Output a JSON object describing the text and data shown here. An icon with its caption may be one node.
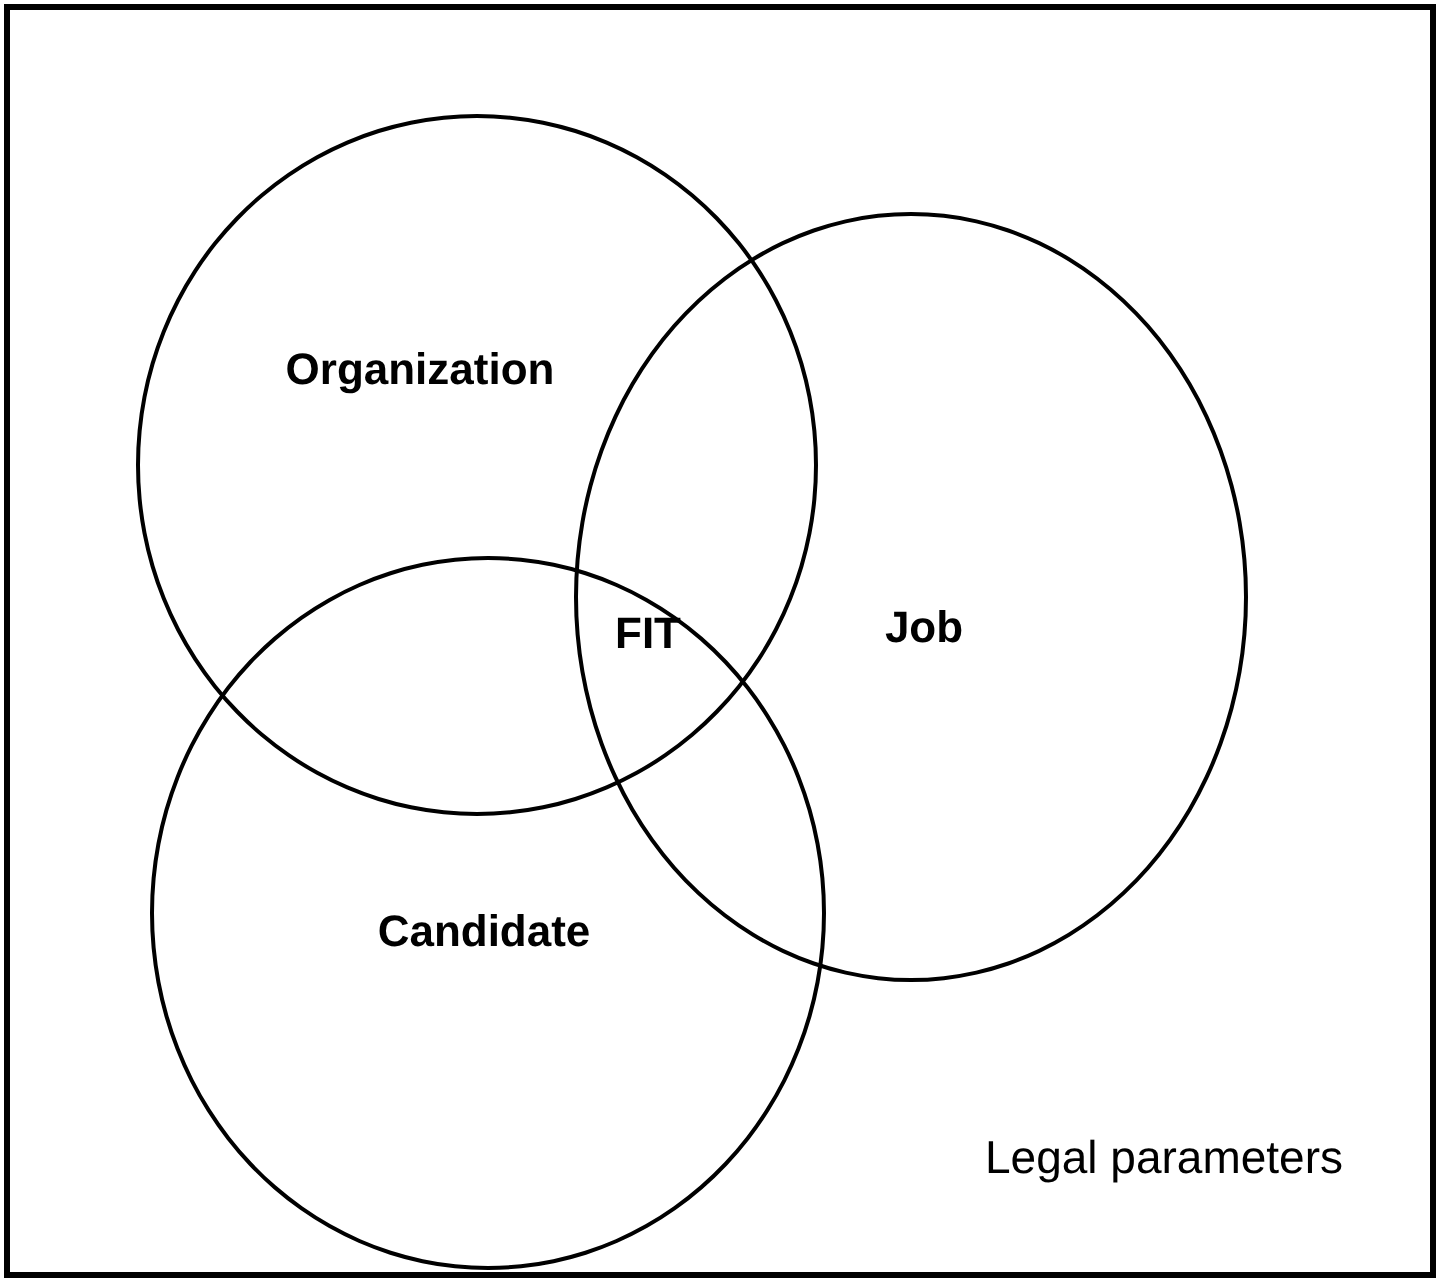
{
  "diagram": {
    "nodes": [
      {
        "text": [
          "Legal parameters"
        ]
      },
      {
        "text": [
          "Organization"
        ],
        "in": 0
      },
      {
        "text": [
          "Job"
        ],
        "in": 0
      },
      {
        "text": [
          "Candidate"
        ],
        "in": 0
      }
    ],
    "edges": [],
    "labels": [
      "FIT"
    ]
  }
}
